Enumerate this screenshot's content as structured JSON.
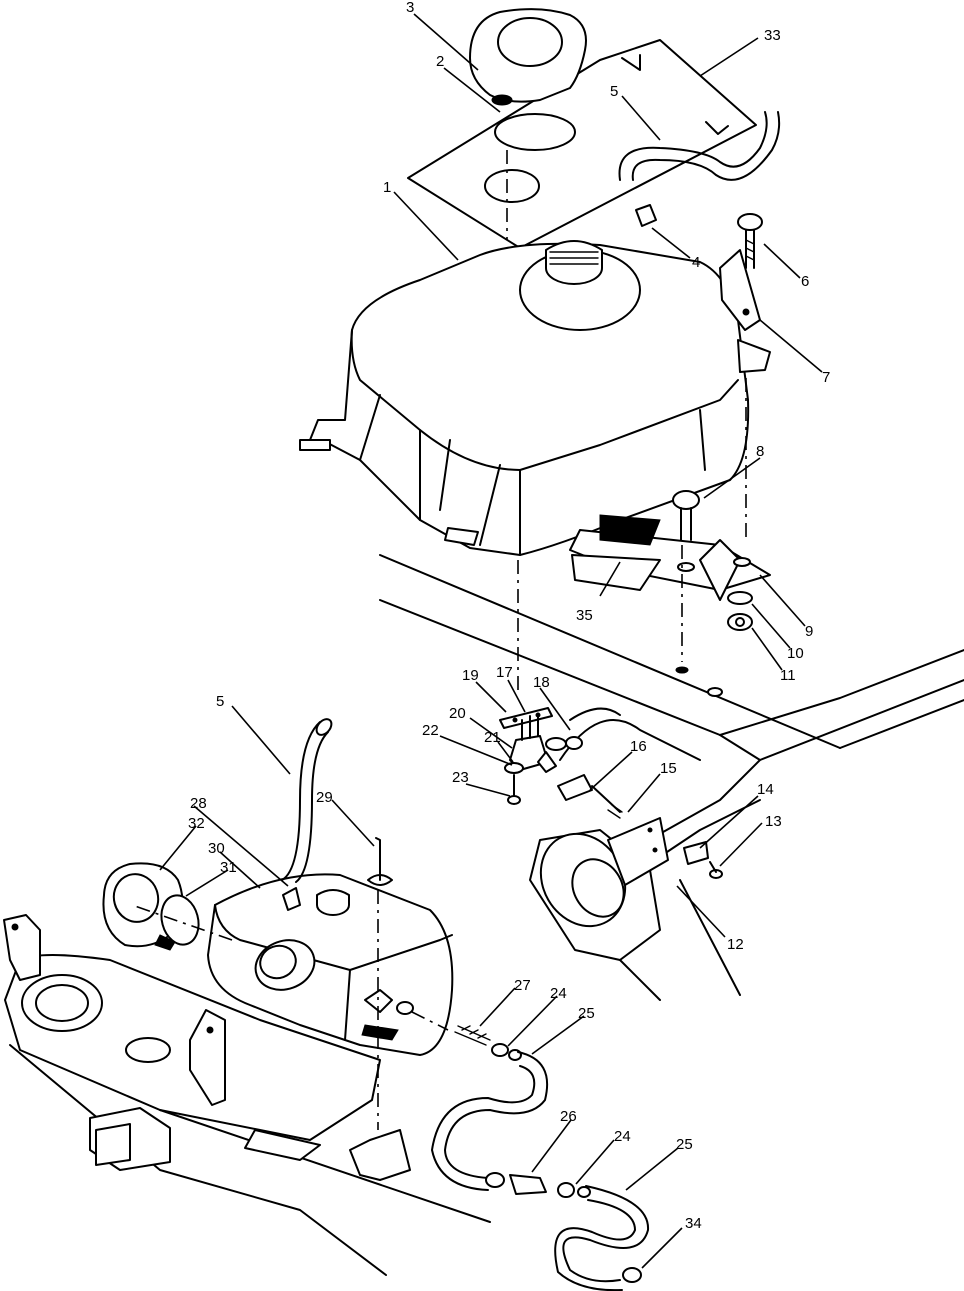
{
  "callouts": [
    {
      "id": "c1",
      "text": "1"
    },
    {
      "id": "c2",
      "text": "2"
    },
    {
      "id": "c3",
      "text": "3"
    },
    {
      "id": "c4",
      "text": "4"
    },
    {
      "id": "c5a",
      "text": "5"
    },
    {
      "id": "c5b",
      "text": "5"
    },
    {
      "id": "c6",
      "text": "6"
    },
    {
      "id": "c7",
      "text": "7"
    },
    {
      "id": "c8",
      "text": "8"
    },
    {
      "id": "c9",
      "text": "9"
    },
    {
      "id": "c10",
      "text": "10"
    },
    {
      "id": "c11",
      "text": "11"
    },
    {
      "id": "c12",
      "text": "12"
    },
    {
      "id": "c13",
      "text": "13"
    },
    {
      "id": "c14",
      "text": "14"
    },
    {
      "id": "c15",
      "text": "15"
    },
    {
      "id": "c16",
      "text": "16"
    },
    {
      "id": "c17",
      "text": "17"
    },
    {
      "id": "c18",
      "text": "18"
    },
    {
      "id": "c19",
      "text": "19"
    },
    {
      "id": "c20",
      "text": "20"
    },
    {
      "id": "c21",
      "text": "21"
    },
    {
      "id": "c22",
      "text": "22"
    },
    {
      "id": "c23",
      "text": "23"
    },
    {
      "id": "c24a",
      "text": "24"
    },
    {
      "id": "c24b",
      "text": "24"
    },
    {
      "id": "c25a",
      "text": "25"
    },
    {
      "id": "c25b",
      "text": "25"
    },
    {
      "id": "c26",
      "text": "26"
    },
    {
      "id": "c27",
      "text": "27"
    },
    {
      "id": "c28",
      "text": "28"
    },
    {
      "id": "c29",
      "text": "29"
    },
    {
      "id": "c30",
      "text": "30"
    },
    {
      "id": "c31",
      "text": "31"
    },
    {
      "id": "c32",
      "text": "32"
    },
    {
      "id": "c33",
      "text": "33"
    },
    {
      "id": "c34",
      "text": "34"
    },
    {
      "id": "c35",
      "text": "35"
    }
  ]
}
